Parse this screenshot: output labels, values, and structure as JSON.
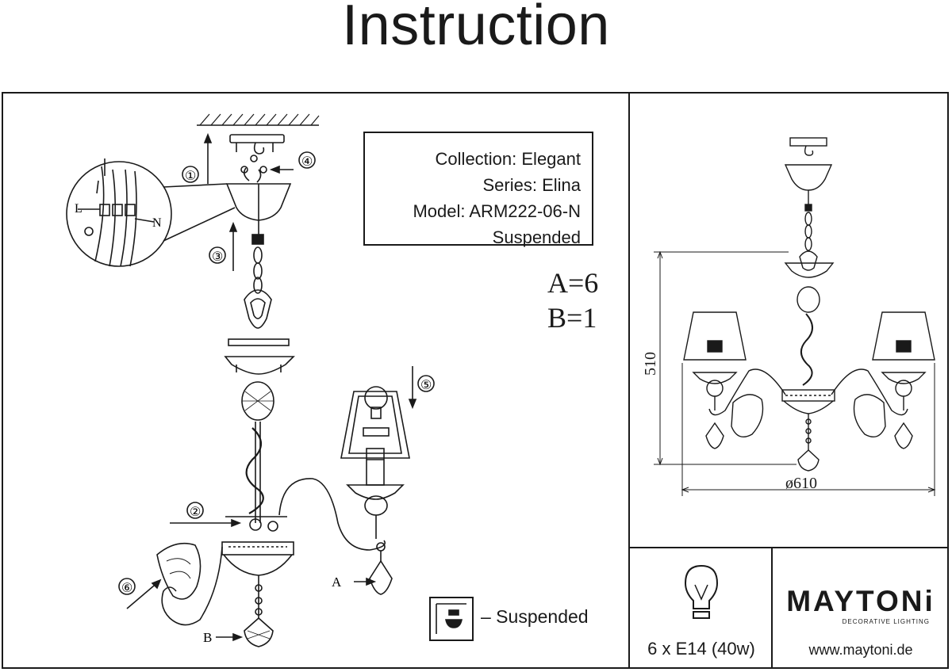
{
  "page": {
    "title": "Instruction"
  },
  "product": {
    "collection": "Collection: Elegant",
    "series": "Series: Elina",
    "model": "Model: ARM222-06-N",
    "type": "Suspended"
  },
  "parts": {
    "a": "A=6",
    "b": "B=1",
    "label_a": "A",
    "label_b": "B"
  },
  "wiring": {
    "live": "L",
    "neutral": "N"
  },
  "steps": [
    "①",
    "②",
    "③",
    "④",
    "⑤",
    "⑥"
  ],
  "dimensions": {
    "height": "510",
    "diameter": "ø610"
  },
  "mount": {
    "label": "– Suspended"
  },
  "bulb": {
    "spec": "6 x E14 (40w)"
  },
  "brand": {
    "name": "MAYTONi",
    "tagline": "DECORATIVE LIGHTING",
    "website": "www.maytoni.de"
  }
}
